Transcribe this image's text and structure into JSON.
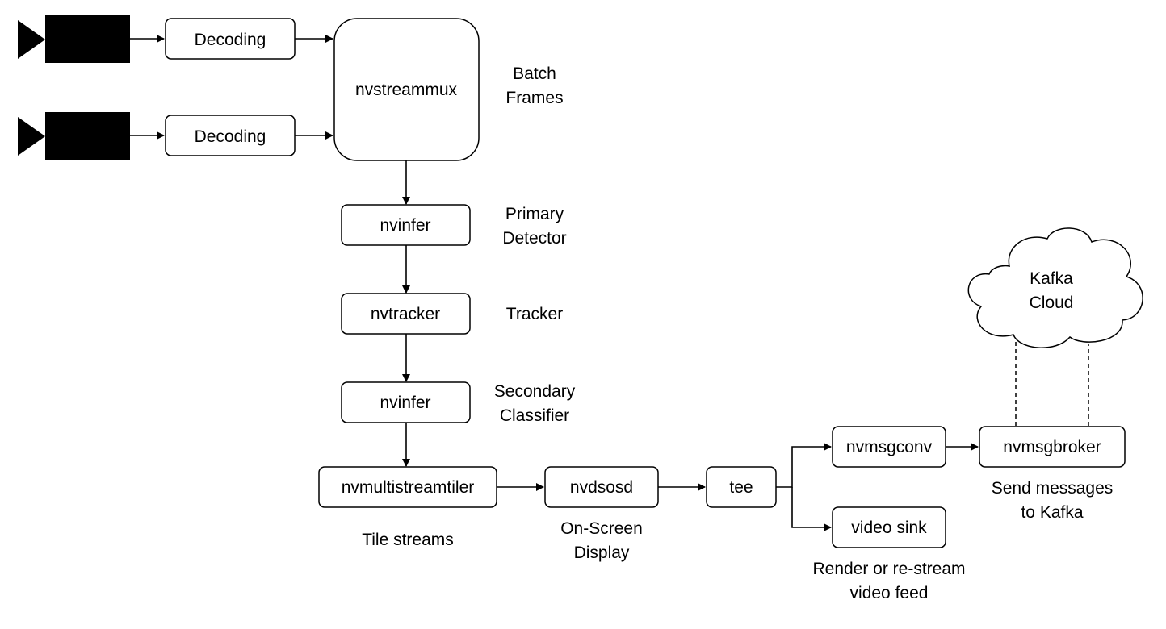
{
  "colors": {
    "stroke": "#000000",
    "fill": "#ffffff",
    "background": "#ffffff",
    "text": "#000000"
  },
  "icons": {
    "camera": "video-camera-icon",
    "cloud": "cloud-icon"
  },
  "nodes": {
    "decoding_1": "Decoding",
    "decoding_2": "Decoding",
    "streammux": "nvstreammux",
    "primary": "nvinfer",
    "tracker": "nvtracker",
    "secondary": "nvinfer",
    "tiler": "nvmultistreamtiler",
    "osd": "nvdsosd",
    "tee": "tee",
    "msgconv": "nvmsgconv",
    "videosink": "video sink",
    "msgbroker": "nvmsgbroker",
    "kafka": [
      "Kafka",
      "Cloud"
    ]
  },
  "annotations": {
    "batch": [
      "Batch",
      "Frames"
    ],
    "primary": [
      "Primary",
      "Detector"
    ],
    "tracker": [
      "Tracker"
    ],
    "secondary": [
      "Secondary",
      "Classifier"
    ],
    "tiler": [
      "Tile streams"
    ],
    "osd": [
      "On-Screen",
      "Display"
    ],
    "sink": [
      "Render or re-stream",
      "video feed"
    ],
    "broker": [
      "Send messages",
      "to Kafka"
    ]
  }
}
